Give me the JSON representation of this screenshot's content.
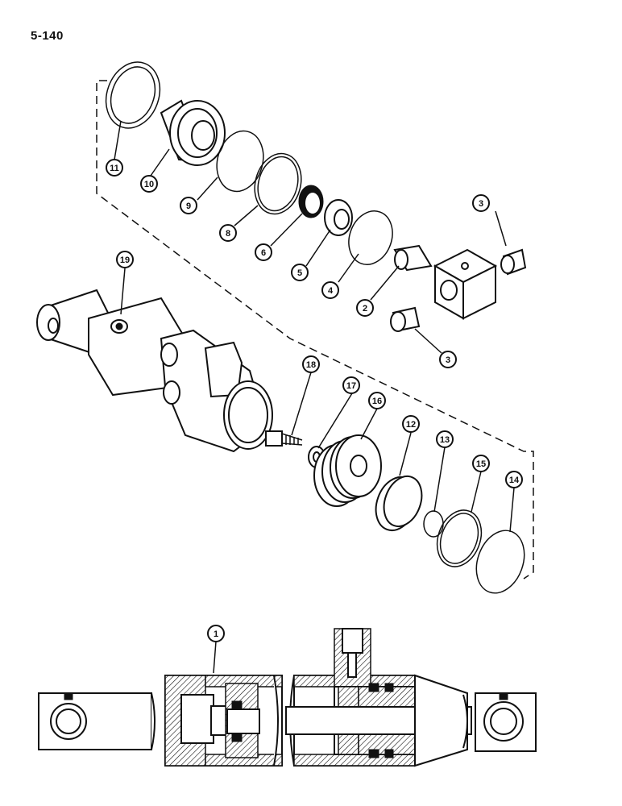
{
  "page_code": "5-140",
  "callouts": [
    "1",
    "2",
    "3",
    "3",
    "4",
    "5",
    "6",
    "8",
    "9",
    "10",
    "11",
    "12",
    "13",
    "14",
    "15",
    "16",
    "17",
    "18",
    "19"
  ]
}
